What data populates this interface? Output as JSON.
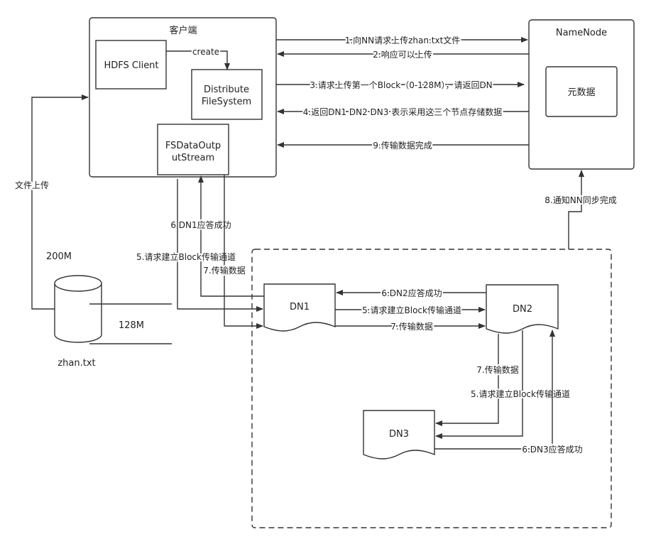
{
  "nodes": {
    "client": "客户端",
    "hdfs_client": "HDFS Client",
    "dfs_line1": "Distribute",
    "dfs_line2": "FileSystem",
    "fsdos_line1": "FSDataOutp",
    "fsdos_line2": "utStream",
    "namenode": "NameNode",
    "metadata": "元数据",
    "dn1": "DN1",
    "dn2": "DN2",
    "dn3": "DN3",
    "file_name": "zhan.txt",
    "size_total": "200M",
    "size_block": "128M"
  },
  "edges": {
    "create": "create",
    "step1": "1.向NN请求上传zhan.txt文件",
    "step2": "2.响应可以上传",
    "step3": "3.请求上传第一个Block（0-128M），请返回DN",
    "step4": "4.返回DN1 DN2 DN3 表示采用这三个节点存储数据",
    "step9": "9.传输数据完成",
    "upload": "文件上传",
    "step8": "8.通知NN同步完成",
    "c_dn1_ack": "6.DN1应答成功",
    "c_dn1_req": "5.请求建立Block传输通道",
    "c_dn1_data": "7.传输数据",
    "dn2_dn1_ack": "6.DN2应答成功",
    "dn1_dn2_req": "5.请求建立Block传输通道",
    "dn1_dn2_data": "7.传输数据",
    "dn2_dn3_data": "7.传输数据",
    "dn2_dn3_req": "5.请求建立Block传输通道",
    "dn3_dn2_ack": "6.DN3应答成功"
  }
}
